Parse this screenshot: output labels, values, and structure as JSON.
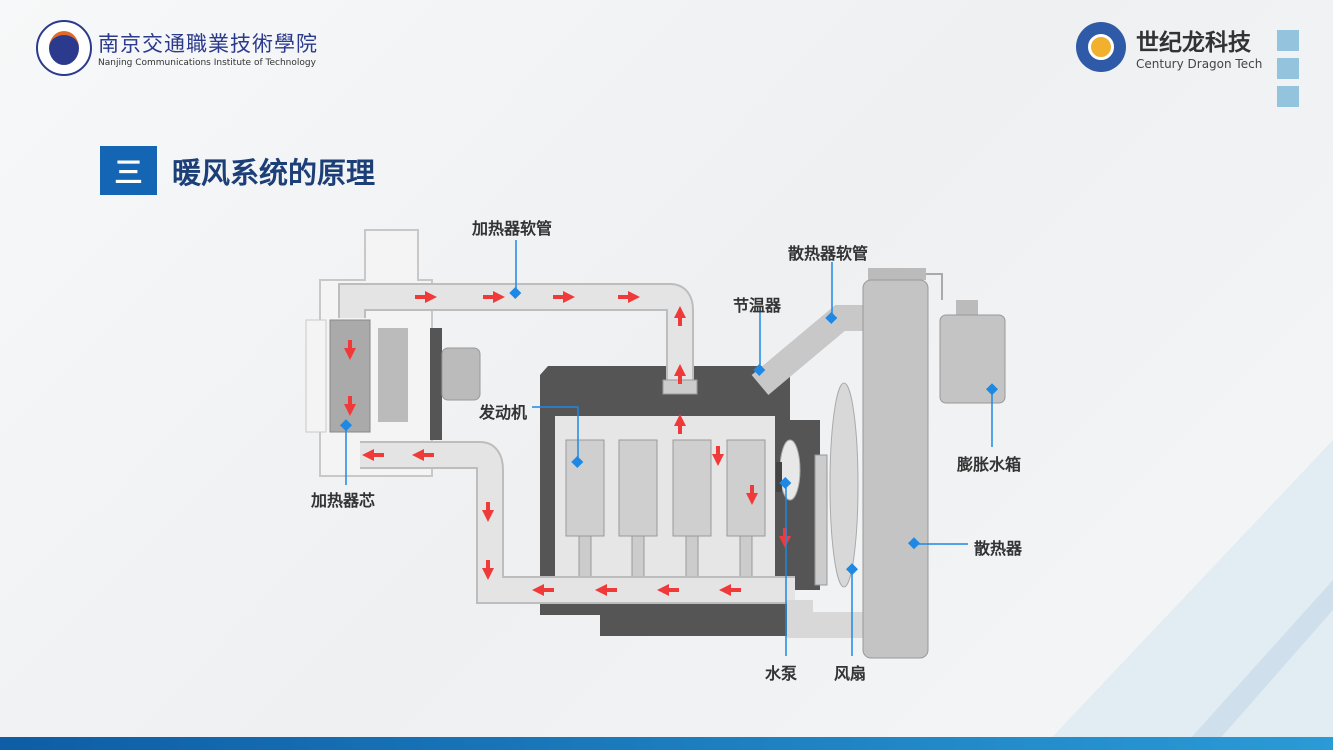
{
  "header": {
    "school_name_cn": "南京交通職業技術學院",
    "school_name_en": "Nanjing Communications Institute of Technology",
    "company_name_cn": "世纪龙科技",
    "company_name_en": "Century Dragon Tech"
  },
  "slide": {
    "section_number": "三",
    "title": "暖风系统的原理"
  },
  "diagram": {
    "labels": {
      "heater_hose": "加热器软管",
      "radiator_hose": "散热器软管",
      "thermostat": "节温器",
      "engine": "发动机",
      "heater_core": "加热器芯",
      "expansion_tank": "膨胀水箱",
      "radiator": "散热器",
      "water_pump": "水泵",
      "fan": "风扇"
    },
    "colors": {
      "flow_arrow": "#f03a3a",
      "pointer": "#1e88e5",
      "accent": "#1565b5"
    }
  }
}
